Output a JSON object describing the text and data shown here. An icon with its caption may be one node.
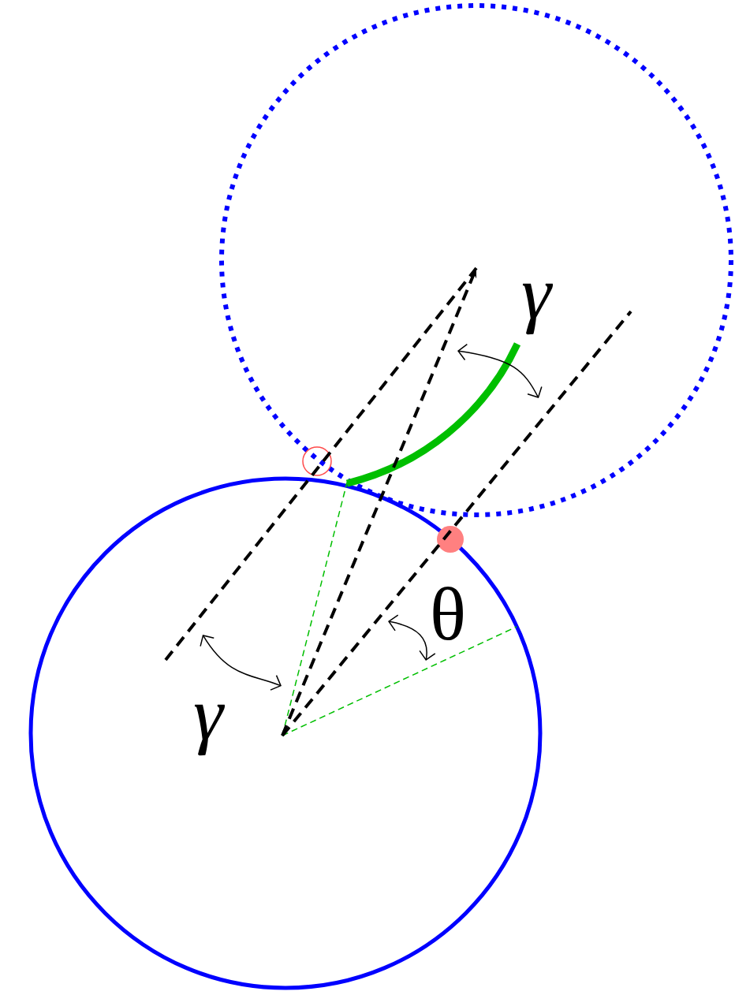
{
  "diagram": {
    "labels": [
      "γ",
      "θ",
      "γ"
    ]
  }
}
